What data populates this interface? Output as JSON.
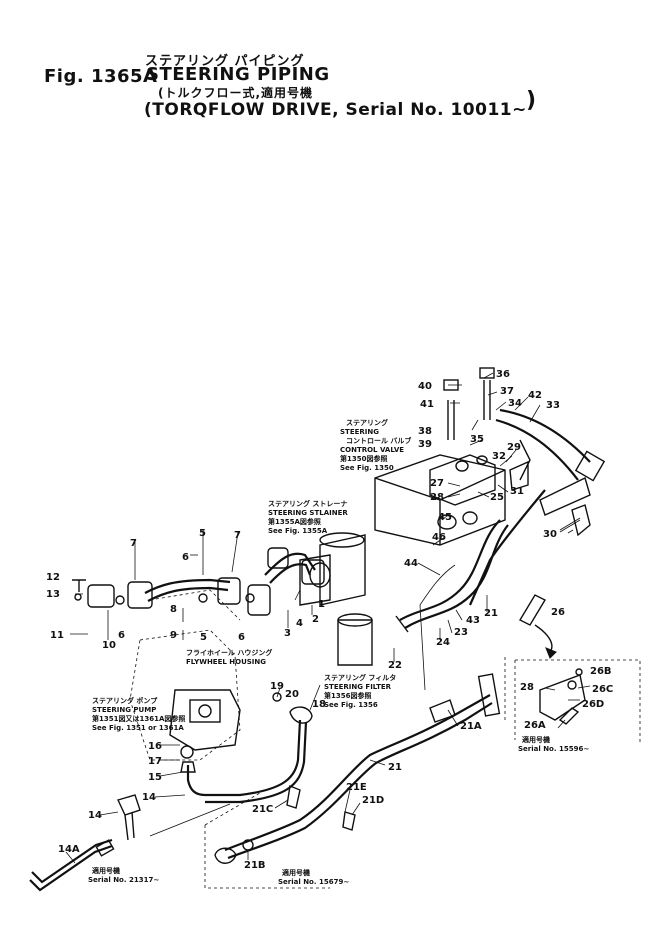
{
  "header": {
    "kana_line1": "ステアリング パイピング",
    "fig_label": "Fig. 1365A",
    "title": "STEERING PIPING",
    "kana_line2": "(トルクフロー式,適用号機",
    "subtitle": "(TORQFLOW DRIVE, Serial No. 10011~",
    "closing_paren": ")"
  },
  "callouts": {
    "c36": "36",
    "c37": "37",
    "c34": "34",
    "c33": "33",
    "c42": "42",
    "c40": "40",
    "c41": "41",
    "c38": "38",
    "c39": "39",
    "c35": "35",
    "c29": "29",
    "c32": "32",
    "c31": "31",
    "c25": "25",
    "c27": "27",
    "c28": "28",
    "c45": "45",
    "c46": "46",
    "c44": "44",
    "c30": "30",
    "c26": "26",
    "c21": "21",
    "c43": "43",
    "c23": "23",
    "c24": "24",
    "c22": "22",
    "c7a": "7",
    "c7b": "7",
    "c6a": "6",
    "c5": "5",
    "c12": "12",
    "c13": "13",
    "c11": "11",
    "c10": "10",
    "c6b": "6",
    "c8": "8",
    "c9": "9",
    "c3": "3",
    "c4": "4",
    "c2": "2",
    "c1": "1",
    "c6c": "6",
    "c5b": "5",
    "c19": "19",
    "c20": "20",
    "c18": "18",
    "c16": "16",
    "c17": "17",
    "c15": "15",
    "c14": "14",
    "c14A": "14A",
    "c21A": "21A",
    "c21b": "21",
    "c21E": "21E",
    "c21C": "21C",
    "c21D": "21D",
    "c21B": "21B",
    "c26B": "26B",
    "c26C": "26C",
    "c26D": "26D",
    "c26A": "26A",
    "c28b": "28"
  },
  "notes": {
    "control_valve": [
      "ステアリング",
      "STEERING",
      "コントロール バルブ",
      "CONTROL VALVE",
      "第1350図参照",
      "See Fig. 1350"
    ],
    "strainer": [
      "ステアリング ストレーナ",
      "STEERING STLAINER",
      "第1355A図参照",
      "See Fig. 1355A"
    ],
    "flywheel": [
      "フライホイール ハウジング",
      "FLYWHEEL HOUSING"
    ],
    "pump": [
      "ステアリング ポンプ",
      "STEERING PUMP",
      "第1351図又は1361A図参照",
      "See Fig. 1351 or 1361A"
    ],
    "filter": [
      "ステアリング フィルタ",
      "STEERING FILTER",
      "第1356図参照",
      "See Fig. 1356"
    ],
    "serial_15596": [
      "適用号機",
      "Serial No. 15596~"
    ],
    "serial_15679": [
      "適用号機",
      "Serial No. 15679~"
    ],
    "serial_21317": [
      "適用号機",
      "Serial No. 21317~"
    ]
  }
}
